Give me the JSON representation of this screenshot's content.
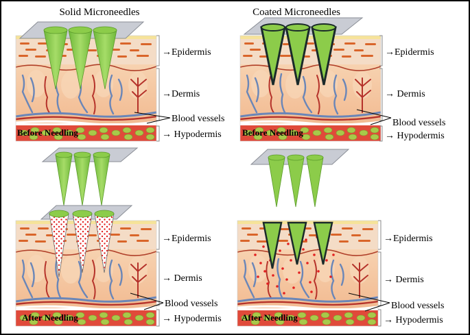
{
  "titles": {
    "solid": "Solid Microneedles",
    "coated": "Coated Microneedles"
  },
  "layers": {
    "epidermis": "Epidermis",
    "dermis": "Dermis",
    "blood_vessels": "Blood vessels",
    "hypodermis": "Hypodermis"
  },
  "stages": {
    "before": "Before Needling",
    "after": "After Needling"
  },
  "colors": {
    "needle_green": "#8ccc4a",
    "coating_dark": "#1a2a2a",
    "drug_dots": "#e32020",
    "hypodermis_red": "#e04a3a",
    "fat_cells": "#a8c94a",
    "dermis": "#f6c9a4",
    "epidermis": "#f3dcc4",
    "vein_blue": "#6a86b8",
    "artery_red": "#b5322a",
    "patch_grey": "#c9ccd4"
  }
}
